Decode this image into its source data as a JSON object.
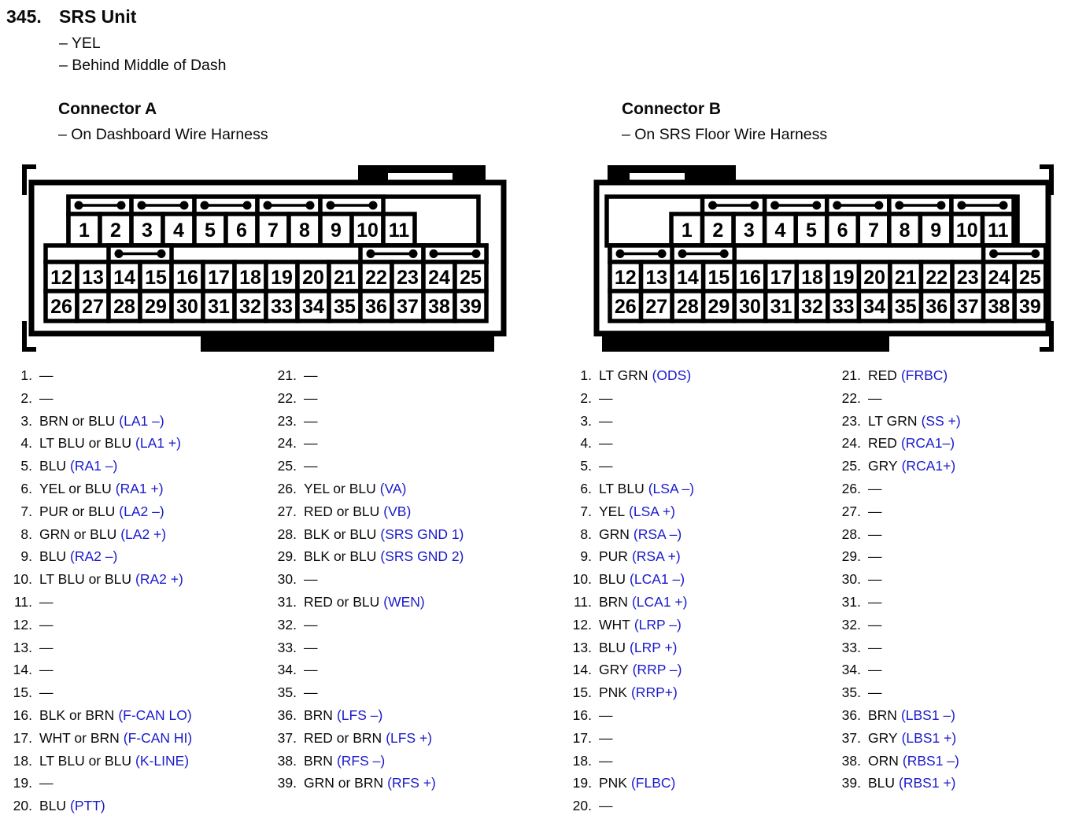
{
  "colors": {
    "signal_blue": "#1a1acc",
    "ink": "#0a0a0a",
    "diagram": "#000000"
  },
  "header": {
    "number": "345.",
    "title": "SRS Unit",
    "notes": [
      "– YEL",
      "– Behind Middle of Dash"
    ]
  },
  "connectors": [
    {
      "id": "A",
      "title": "Connector A",
      "subtitle": "– On Dashboard Wire Harness",
      "pin_rows": [
        [
          "1",
          "2",
          "3",
          "4",
          "5",
          "6",
          "7",
          "8",
          "9",
          "10",
          "11"
        ],
        [
          "12",
          "13",
          "14",
          "15",
          "16",
          "17",
          "18",
          "19",
          "20",
          "21",
          "22",
          "23",
          "24",
          "25"
        ],
        [
          "26",
          "27",
          "28",
          "29",
          "30",
          "31",
          "32",
          "33",
          "34",
          "35",
          "36",
          "37",
          "38",
          "39"
        ]
      ],
      "top_bridges": [
        [
          1,
          2
        ],
        [
          3,
          4
        ],
        [
          5,
          6
        ],
        [
          7,
          8
        ],
        [
          9,
          10
        ]
      ],
      "mid_bridges": [
        [
          14,
          15
        ],
        [
          22,
          23
        ],
        [
          24,
          25
        ]
      ],
      "pins": [
        {
          "n": "1.",
          "wire": "—",
          "signal": ""
        },
        {
          "n": "2.",
          "wire": "—",
          "signal": ""
        },
        {
          "n": "3.",
          "wire": "BRN or BLU",
          "signal": "(LA1 –)"
        },
        {
          "n": "4.",
          "wire": "LT BLU or BLU",
          "signal": "(LA1 +)"
        },
        {
          "n": "5.",
          "wire": "BLU",
          "signal": "(RA1 –)"
        },
        {
          "n": "6.",
          "wire": "YEL or BLU",
          "signal": "(RA1 +)"
        },
        {
          "n": "7.",
          "wire": "PUR or BLU",
          "signal": "(LA2 –)"
        },
        {
          "n": "8.",
          "wire": "GRN or BLU",
          "signal": "(LA2 +)"
        },
        {
          "n": "9.",
          "wire": "BLU",
          "signal": "(RA2 –)"
        },
        {
          "n": "10.",
          "wire": "LT BLU or BLU",
          "signal": "(RA2 +)"
        },
        {
          "n": "11.",
          "wire": "—",
          "signal": ""
        },
        {
          "n": "12.",
          "wire": "—",
          "signal": ""
        },
        {
          "n": "13.",
          "wire": "—",
          "signal": ""
        },
        {
          "n": "14.",
          "wire": "—",
          "signal": ""
        },
        {
          "n": "15.",
          "wire": "—",
          "signal": ""
        },
        {
          "n": "16.",
          "wire": "BLK or BRN",
          "signal": "(F-CAN LO)"
        },
        {
          "n": "17.",
          "wire": "WHT or BRN",
          "signal": "(F-CAN HI)"
        },
        {
          "n": "18.",
          "wire": "LT BLU or BLU",
          "signal": "(K-LINE)"
        },
        {
          "n": "19.",
          "wire": "—",
          "signal": ""
        },
        {
          "n": "20.",
          "wire": "BLU",
          "signal": "(PTT)"
        },
        {
          "n": "21.",
          "wire": "—",
          "signal": ""
        },
        {
          "n": "22.",
          "wire": "—",
          "signal": ""
        },
        {
          "n": "23.",
          "wire": "—",
          "signal": ""
        },
        {
          "n": "24.",
          "wire": "—",
          "signal": ""
        },
        {
          "n": "25.",
          "wire": "—",
          "signal": ""
        },
        {
          "n": "26.",
          "wire": "YEL or BLU",
          "signal": "(VA)"
        },
        {
          "n": "27.",
          "wire": "RED or BLU",
          "signal": "(VB)"
        },
        {
          "n": "28.",
          "wire": "BLK or BLU",
          "signal": "(SRS GND 1)"
        },
        {
          "n": "29.",
          "wire": "BLK or BLU",
          "signal": "(SRS GND 2)"
        },
        {
          "n": "30.",
          "wire": "—",
          "signal": ""
        },
        {
          "n": "31.",
          "wire": "RED or BLU",
          "signal": "(WEN)"
        },
        {
          "n": "32.",
          "wire": "—",
          "signal": ""
        },
        {
          "n": "33.",
          "wire": "—",
          "signal": ""
        },
        {
          "n": "34.",
          "wire": "—",
          "signal": ""
        },
        {
          "n": "35.",
          "wire": "—",
          "signal": ""
        },
        {
          "n": "36.",
          "wire": "BRN",
          "signal": "(LFS –)"
        },
        {
          "n": "37.",
          "wire": "RED or BRN",
          "signal": "(LFS +)"
        },
        {
          "n": "38.",
          "wire": "BRN",
          "signal": "(RFS –)"
        },
        {
          "n": "39.",
          "wire": "GRN or BRN",
          "signal": "(RFS +)"
        }
      ]
    },
    {
      "id": "B",
      "title": "Connector B",
      "subtitle": "– On SRS Floor Wire Harness",
      "pin_rows": [
        [
          "1",
          "2",
          "3",
          "4",
          "5",
          "6",
          "7",
          "8",
          "9",
          "10",
          "11"
        ],
        [
          "12",
          "13",
          "14",
          "15",
          "16",
          "17",
          "18",
          "19",
          "20",
          "21",
          "22",
          "23",
          "24",
          "25"
        ],
        [
          "26",
          "27",
          "28",
          "29",
          "30",
          "31",
          "32",
          "33",
          "34",
          "35",
          "36",
          "37",
          "38",
          "39"
        ]
      ],
      "top_bridges": [
        [
          2,
          3
        ],
        [
          4,
          5
        ],
        [
          6,
          7
        ],
        [
          8,
          9
        ],
        [
          10,
          11
        ]
      ],
      "mid_bridges": [
        [
          12,
          13
        ],
        [
          14,
          15
        ],
        [
          24,
          25
        ]
      ],
      "pins": [
        {
          "n": "1.",
          "wire": "LT GRN",
          "signal": "(ODS)"
        },
        {
          "n": "2.",
          "wire": "—",
          "signal": ""
        },
        {
          "n": "3.",
          "wire": "—",
          "signal": ""
        },
        {
          "n": "4.",
          "wire": "—",
          "signal": ""
        },
        {
          "n": "5.",
          "wire": "—",
          "signal": ""
        },
        {
          "n": "6.",
          "wire": "LT BLU",
          "signal": "(LSA –)"
        },
        {
          "n": "7.",
          "wire": "YEL",
          "signal": "(LSA +)"
        },
        {
          "n": "8.",
          "wire": "GRN",
          "signal": "(RSA –)"
        },
        {
          "n": "9.",
          "wire": "PUR",
          "signal": "(RSA +)"
        },
        {
          "n": "10.",
          "wire": "BLU",
          "signal": "(LCA1 –)"
        },
        {
          "n": "11.",
          "wire": "BRN",
          "signal": "(LCA1 +)"
        },
        {
          "n": "12.",
          "wire": "WHT",
          "signal": "(LRP –)"
        },
        {
          "n": "13.",
          "wire": "BLU",
          "signal": "(LRP +)"
        },
        {
          "n": "14.",
          "wire": "GRY",
          "signal": "(RRP –)"
        },
        {
          "n": "15.",
          "wire": "PNK",
          "signal": "(RRP+)"
        },
        {
          "n": "16.",
          "wire": "—",
          "signal": ""
        },
        {
          "n": "17.",
          "wire": "—",
          "signal": ""
        },
        {
          "n": "18.",
          "wire": "—",
          "signal": ""
        },
        {
          "n": "19.",
          "wire": "PNK",
          "signal": "(FLBC)"
        },
        {
          "n": "20.",
          "wire": "—",
          "signal": ""
        },
        {
          "n": "21.",
          "wire": "RED",
          "signal": "(FRBC)"
        },
        {
          "n": "22.",
          "wire": "—",
          "signal": ""
        },
        {
          "n": "23.",
          "wire": "LT GRN",
          "signal": "(SS +)"
        },
        {
          "n": "24.",
          "wire": "RED",
          "signal": "(RCA1–)"
        },
        {
          "n": "25.",
          "wire": "GRY",
          "signal": "(RCA1+)"
        },
        {
          "n": "26.",
          "wire": "—",
          "signal": ""
        },
        {
          "n": "27.",
          "wire": "—",
          "signal": ""
        },
        {
          "n": "28.",
          "wire": "—",
          "signal": ""
        },
        {
          "n": "29.",
          "wire": "—",
          "signal": ""
        },
        {
          "n": "30.",
          "wire": "—",
          "signal": ""
        },
        {
          "n": "31.",
          "wire": "—",
          "signal": ""
        },
        {
          "n": "32.",
          "wire": "—",
          "signal": ""
        },
        {
          "n": "33.",
          "wire": "—",
          "signal": ""
        },
        {
          "n": "34.",
          "wire": "—",
          "signal": ""
        },
        {
          "n": "35.",
          "wire": "—",
          "signal": ""
        },
        {
          "n": "36.",
          "wire": "BRN",
          "signal": "(LBS1 –)"
        },
        {
          "n": "37.",
          "wire": "GRY",
          "signal": "(LBS1 +)"
        },
        {
          "n": "38.",
          "wire": "ORN",
          "signal": "(RBS1 –)"
        },
        {
          "n": "39.",
          "wire": "BLU",
          "signal": "(RBS1 +)"
        }
      ]
    }
  ]
}
